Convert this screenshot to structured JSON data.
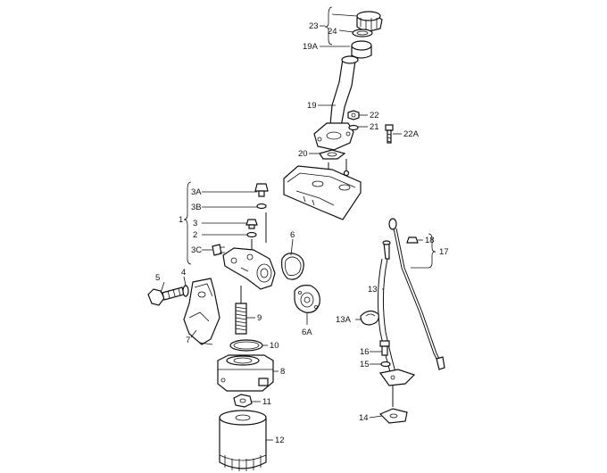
{
  "callouts": {
    "c23": "23",
    "c24": "24",
    "c19a": "19A",
    "c19": "19",
    "c22": "22",
    "c21": "21",
    "c22a": "22A",
    "c20": "20",
    "c3a": "3A",
    "c3b": "3B",
    "c1": "1",
    "c3": "3",
    "c2": "2",
    "c3c": "3C",
    "c6": "6",
    "c5": "5",
    "c4": "4",
    "c9": "9",
    "c6a": "6A",
    "c7": "7",
    "c10": "10",
    "c8": "8",
    "c11": "11",
    "c12": "12",
    "c18": "18",
    "c17": "17",
    "c13": "13",
    "c13a": "13A",
    "c16": "16",
    "c15": "15",
    "c14": "14"
  },
  "watermarks": {
    "stamp_main": "",
    "stamp_corner": ""
  }
}
